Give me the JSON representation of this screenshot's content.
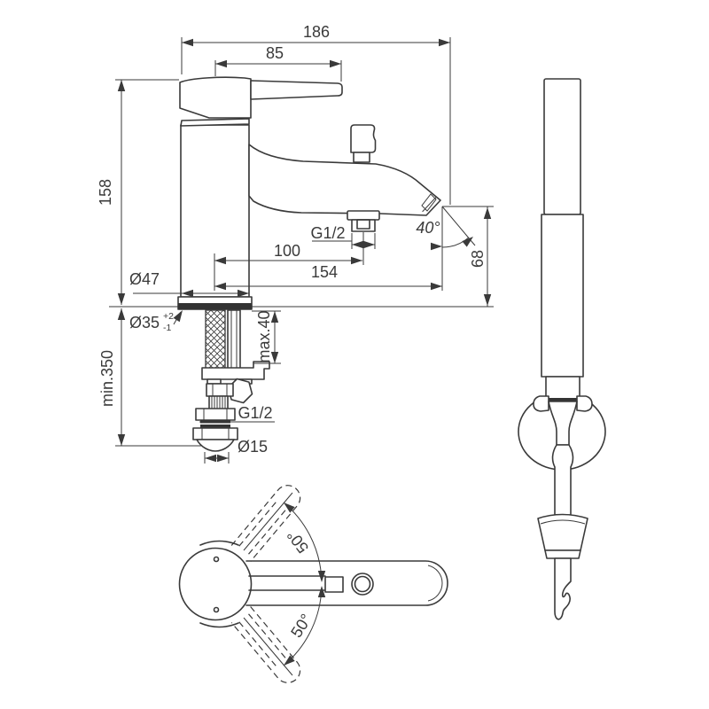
{
  "colors": {
    "line": "#3a3a3a",
    "dark_fill": "#333333",
    "background": "#ffffff"
  },
  "labels": {
    "overall_width": "186",
    "lever_length": "85",
    "body_height": "158",
    "spout_thread": "G1/2",
    "outlet_offset": "100",
    "outlet_reach": "154",
    "outlet_angle": "40°",
    "outlet_height": "68",
    "body_diameter": "Ø47",
    "hole_diameter": "Ø35",
    "hole_tol_plus": "+2",
    "hole_tol_minus": "-1",
    "deck_thickness": "max.40",
    "hose_clearance": "min.350",
    "inlet_thread": "G1/2",
    "pipe_diameter": "Ø15",
    "swing_upper": "50°",
    "swing_lower": "50°"
  }
}
